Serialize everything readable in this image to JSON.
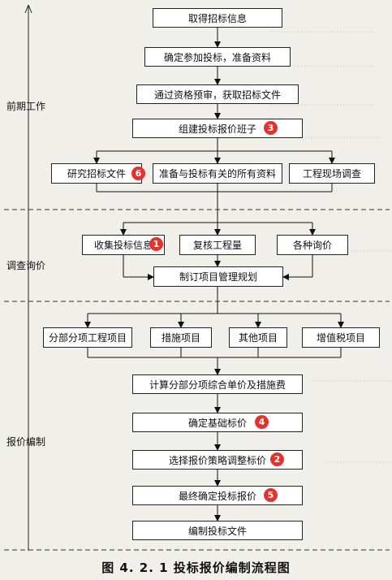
{
  "phases": [
    {
      "id": "early",
      "label": "前期工作"
    },
    {
      "id": "inquiry",
      "label": "调查询价"
    },
    {
      "id": "prep",
      "label": "报价编制"
    }
  ],
  "boxes": {
    "b1": "取得招标信息",
    "b2": "确定参加投标，准备资料",
    "b3": "通过资格预审，获取招标文件",
    "b4": "组建投标报价班子",
    "b5": "研究招标文件",
    "b6": "准备与投标有关的所有资料",
    "b7": "工程现场调查",
    "b8": "收集投标信息",
    "b9": "复核工程量",
    "b10": "各种询价",
    "b11": "制订项目管理规划",
    "b12": "分部分项工程项目",
    "b13": "措施项目",
    "b14": "其他项目",
    "b15": "增值税项目",
    "b16": "计算分部分项综合单价及措施费",
    "b17": "确定基础标价",
    "b18": "选择报价策略调整标价",
    "b19": "最终确定投标报价",
    "b20": "编制投标文件"
  },
  "badges": {
    "b4": "3",
    "b5": "6",
    "b8": "1",
    "b17": "4",
    "b18": "2",
    "b19": "5"
  },
  "badge_color": "#e5322d",
  "caption": "图 4. 2. 1    投标报价编制流程图"
}
